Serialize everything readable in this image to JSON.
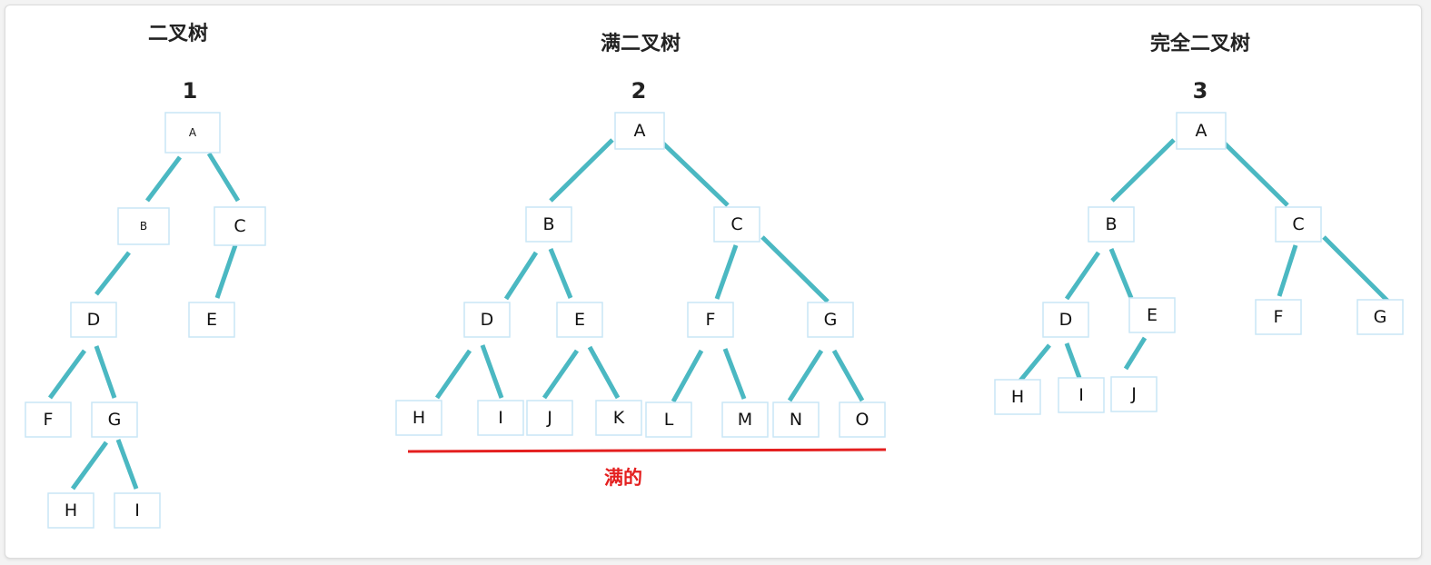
{
  "trees": [
    {
      "title": "二叉树",
      "number": "1",
      "nodes": [
        {
          "id": "A",
          "label": "A",
          "small": true
        },
        {
          "id": "B",
          "label": "B",
          "small": true
        },
        {
          "id": "C",
          "label": "C"
        },
        {
          "id": "D",
          "label": "D"
        },
        {
          "id": "E",
          "label": "E"
        },
        {
          "id": "F",
          "label": "F"
        },
        {
          "id": "G",
          "label": "G"
        },
        {
          "id": "H",
          "label": "H"
        },
        {
          "id": "I",
          "label": "I"
        }
      ]
    },
    {
      "title": "满二叉树",
      "number": "2",
      "nodes": [
        {
          "id": "A",
          "label": "A"
        },
        {
          "id": "B",
          "label": "B"
        },
        {
          "id": "C",
          "label": "C"
        },
        {
          "id": "D",
          "label": "D"
        },
        {
          "id": "E",
          "label": "E"
        },
        {
          "id": "F",
          "label": "F"
        },
        {
          "id": "G",
          "label": "G"
        },
        {
          "id": "H",
          "label": "H"
        },
        {
          "id": "I",
          "label": "I"
        },
        {
          "id": "J",
          "label": "J"
        },
        {
          "id": "K",
          "label": "K"
        },
        {
          "id": "L",
          "label": "L"
        },
        {
          "id": "M",
          "label": "M"
        },
        {
          "id": "N",
          "label": "N"
        },
        {
          "id": "O",
          "label": "O"
        }
      ],
      "note": "满的"
    },
    {
      "title": "完全二叉树",
      "number": "3",
      "nodes": [
        {
          "id": "A",
          "label": "A"
        },
        {
          "id": "B",
          "label": "B"
        },
        {
          "id": "C",
          "label": "C"
        },
        {
          "id": "D",
          "label": "D"
        },
        {
          "id": "E",
          "label": "E"
        },
        {
          "id": "F",
          "label": "F"
        },
        {
          "id": "G",
          "label": "G"
        },
        {
          "id": "H",
          "label": "H"
        },
        {
          "id": "I",
          "label": "I"
        },
        {
          "id": "J",
          "label": "J"
        }
      ]
    }
  ],
  "colors": {
    "edge": "#4bb8c2",
    "node_border": "#c9e6f5",
    "note": "#e41f1f"
  }
}
